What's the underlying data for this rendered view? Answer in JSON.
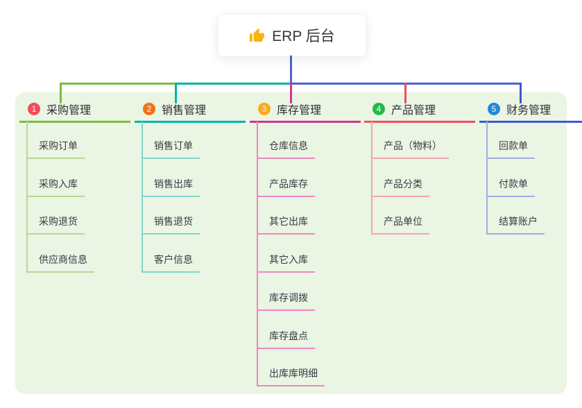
{
  "root": {
    "label": "ERP 后台",
    "icon": "thumbs-up-icon",
    "icon_color": "#f6b40e"
  },
  "colors": {
    "root_connector": "#4c60d4",
    "panel_background": "#eaf5e3",
    "title_text": "#2e2e36",
    "child_text": "#3a3a44",
    "card_background": "#ffffff"
  },
  "branches": [
    {
      "badge": "1",
      "badge_color": "#f5495f",
      "label": "采购管理",
      "color": "#7fba3d",
      "child_color": "#b5d993",
      "children": [
        "采购订单",
        "采购入库",
        "采购退货",
        "供应商信息"
      ]
    },
    {
      "badge": "2",
      "badge_color": "#f2711c",
      "label": "销售管理",
      "color": "#00b2a9",
      "child_color": "#7fd6cf",
      "children": [
        "销售订单",
        "销售出库",
        "销售退货",
        "客户信息"
      ]
    },
    {
      "badge": "3",
      "badge_color": "#fbab17",
      "label": "库存管理",
      "color": "#d6338f",
      "child_color": "#ef86c3",
      "children": [
        "仓库信息",
        "产品库存",
        "其它出库",
        "其它入库",
        "库存调拨",
        "库存盘点",
        "出库库明细"
      ]
    },
    {
      "badge": "4",
      "badge_color": "#23ba45",
      "label": "产品管理",
      "color": "#ee4d5e",
      "child_color": "#f8a3ad",
      "children": [
        "产品（物料）",
        "产品分类",
        "产品单位"
      ]
    },
    {
      "badge": "5",
      "badge_color": "#2389d6",
      "label": "财务管理",
      "color": "#3e57d0",
      "child_color": "#9daee8",
      "children": [
        "回款单",
        "付款单",
        "结算账户"
      ]
    }
  ]
}
